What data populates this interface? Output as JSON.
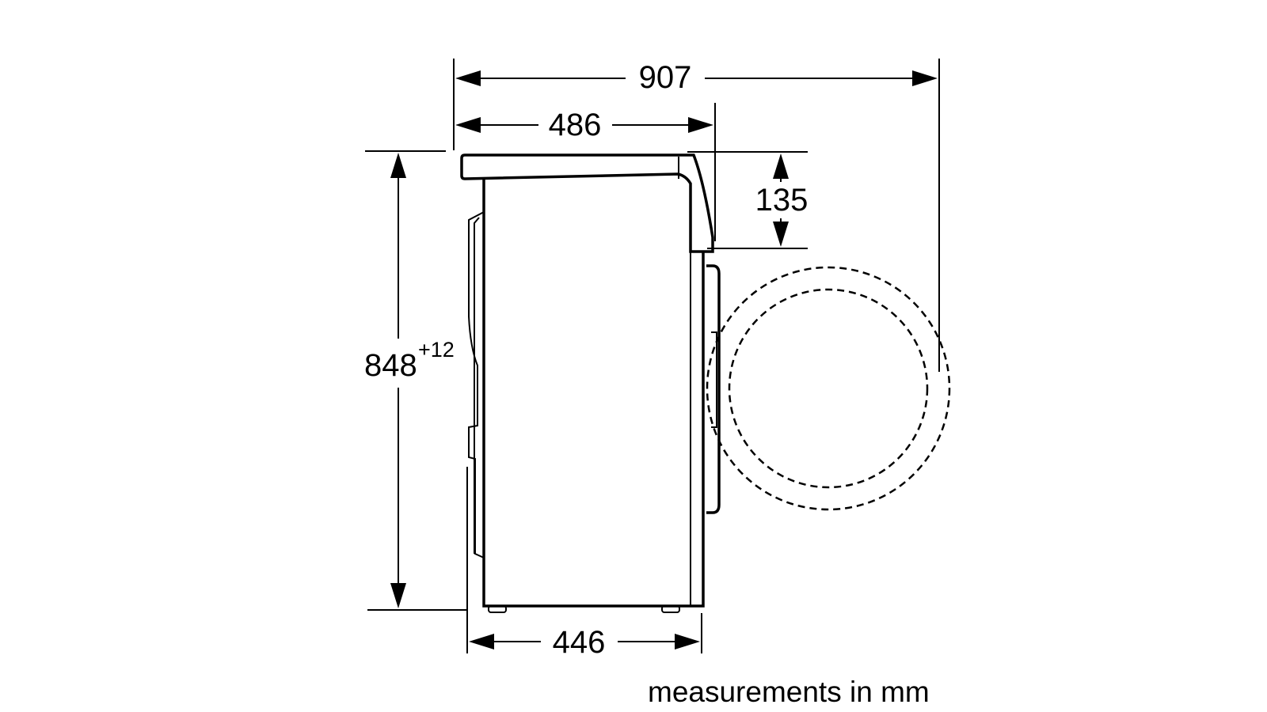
{
  "dimensions": {
    "total_depth": "907",
    "body_depth": "486",
    "lid_height": "135",
    "height": "848",
    "height_tolerance": "+12",
    "base_depth": "446"
  },
  "note": "measurements in mm"
}
